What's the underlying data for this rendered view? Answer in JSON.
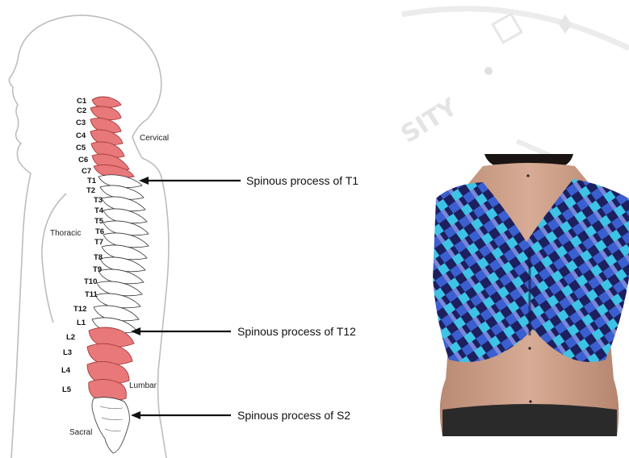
{
  "diagram": {
    "vertebrae": [
      "C1",
      "C2",
      "C3",
      "C4",
      "C5",
      "C6",
      "C7",
      "T1",
      "T2",
      "T3",
      "T4",
      "T5",
      "T6",
      "T7",
      "T8",
      "T9",
      "T10",
      "T11",
      "T12",
      "L1",
      "L2",
      "L3",
      "L4",
      "L5"
    ],
    "regions": {
      "cervical": "Cervical",
      "thoracic": "Thoracic",
      "lumbar": "Lumbar",
      "sacral": "Sacral"
    },
    "callouts": {
      "t1": "Spinous process of T1",
      "t12": "Spinous process of T12",
      "s2": "Spinous process of S2"
    },
    "watermark": "SITY",
    "colors": {
      "highlight": "#e8787a",
      "highlight_stroke": "#a33a3c",
      "outline": "#bdbdbd"
    }
  },
  "photo": {
    "garment_colors": [
      "#1d1f5e",
      "#3a5fd0",
      "#3cc3e6",
      "#7a86d6"
    ]
  }
}
